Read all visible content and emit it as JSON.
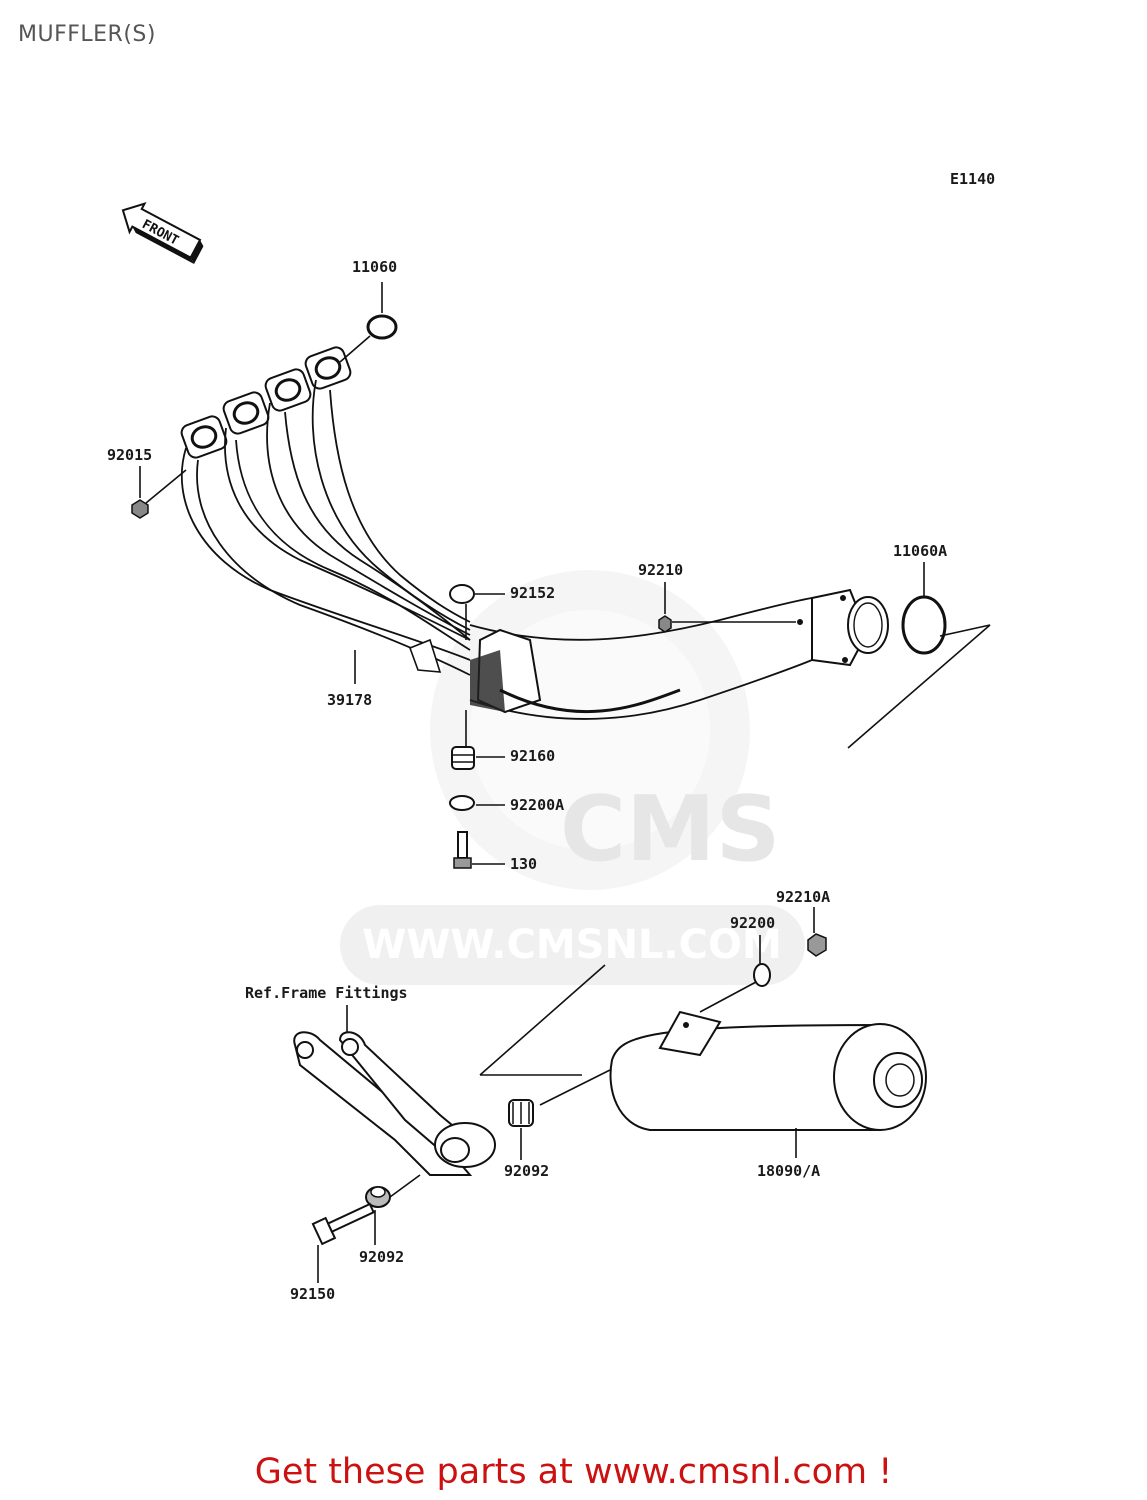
{
  "header": {
    "title": "MUFFLER(S)"
  },
  "diagram": {
    "code": "E1140",
    "front_marker": "FRONT",
    "watermark": {
      "brand": "CMS",
      "url": "WWW.CMSNL.COM"
    },
    "ref_note": "Ref.Frame Fittings",
    "callouts": {
      "p11060": "11060",
      "p92015": "92015",
      "p92210": "92210",
      "p11060A": "11060A",
      "p92152": "92152",
      "p39178": "39178",
      "p92160": "92160",
      "p92200A": "92200A",
      "p130": "130",
      "p92210A": "92210A",
      "p92200": "92200",
      "p92092a": "92092",
      "p18090A": "18090/A",
      "p92092b": "92092",
      "p92150": "92150"
    }
  },
  "footer": {
    "promo": "Get these parts at www.cmsnl.com !",
    "color": "#cc1111"
  }
}
